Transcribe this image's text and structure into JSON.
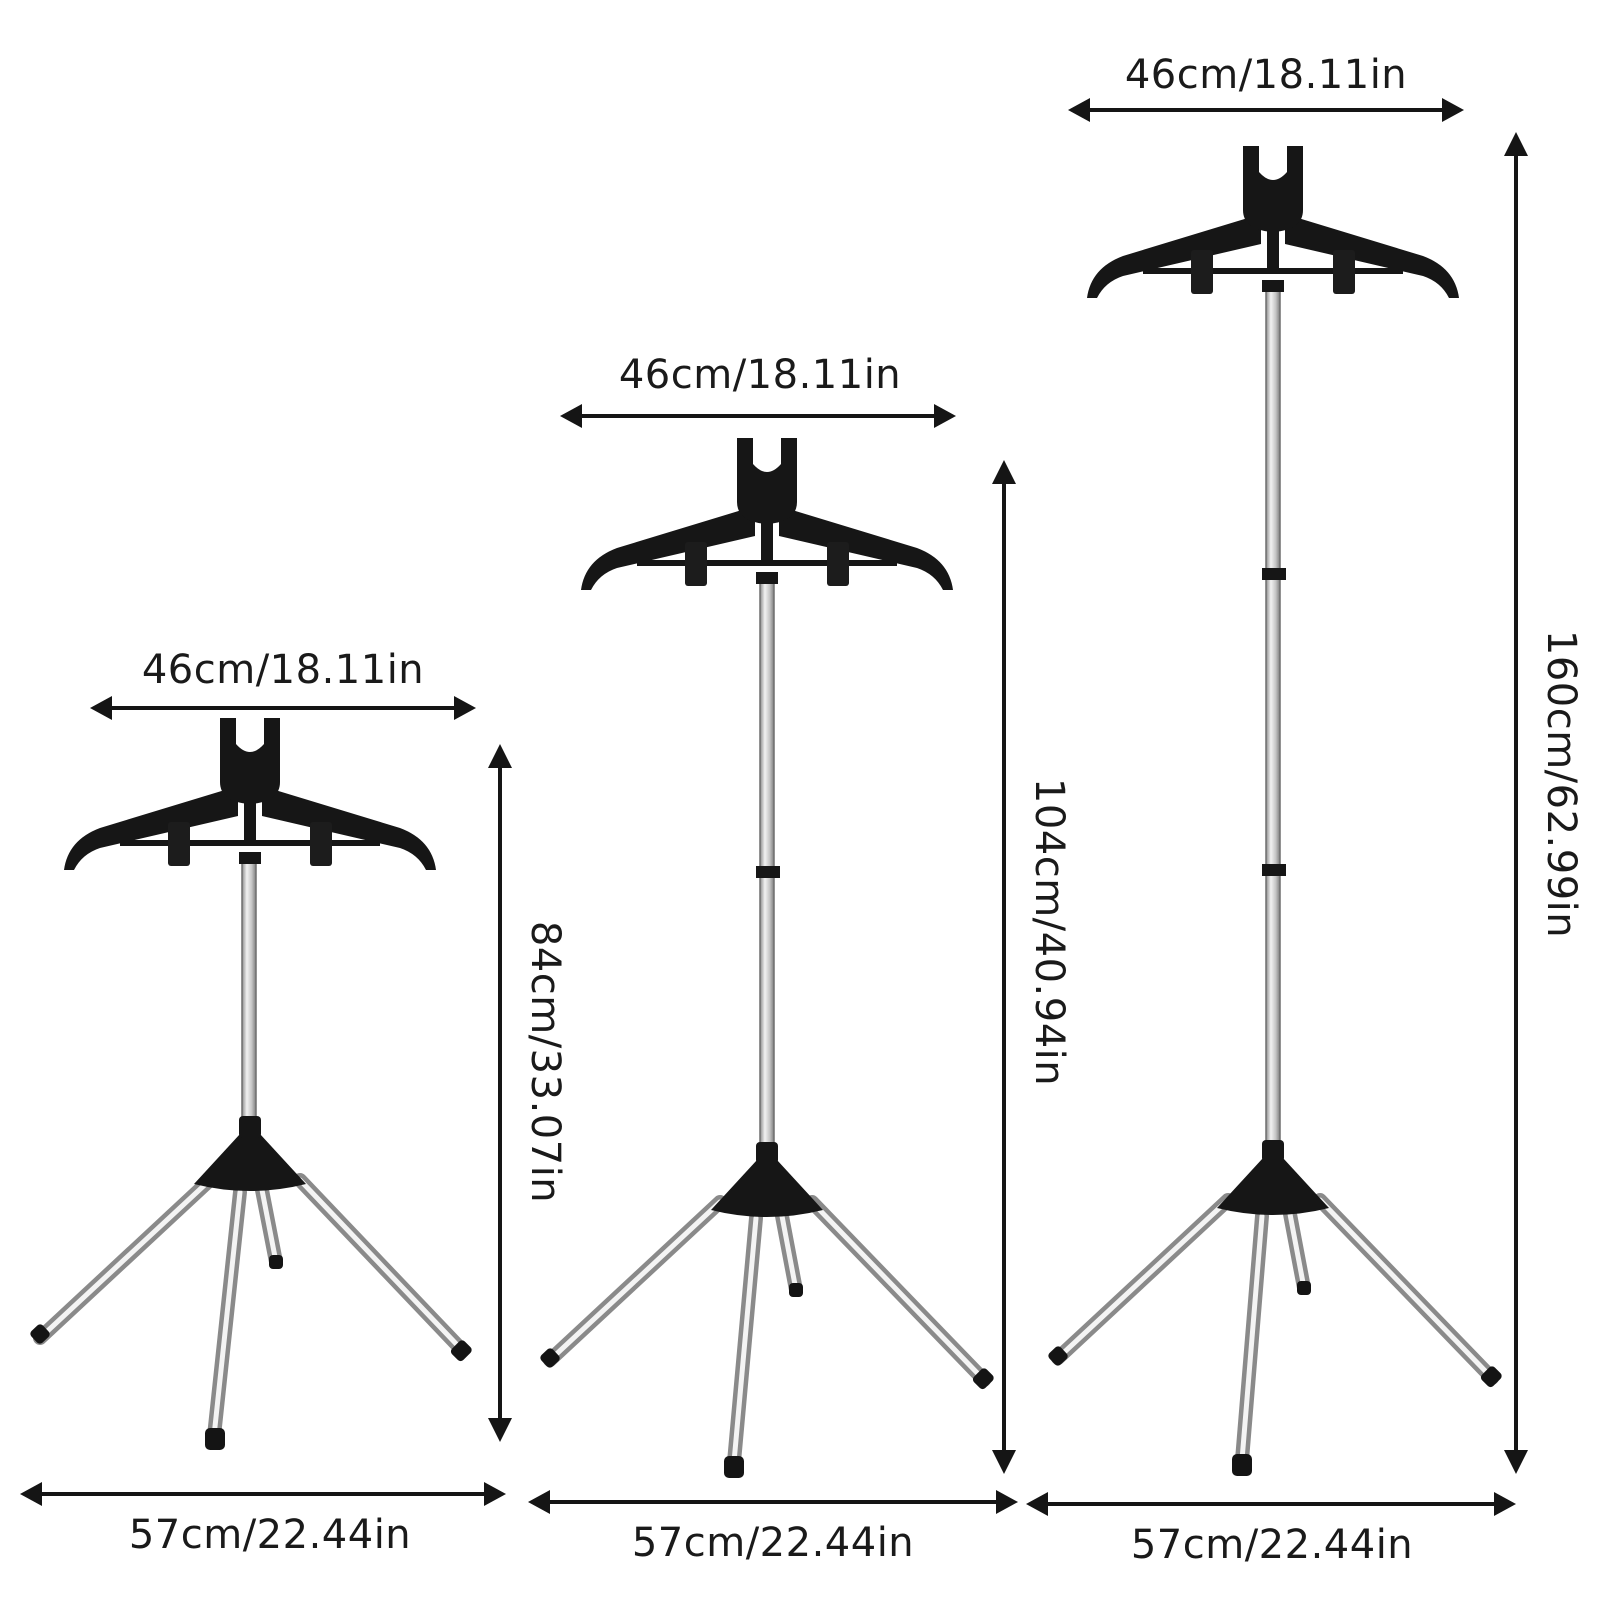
{
  "stands": [
    {
      "hanger_width_label": "46cm/18.11in",
      "height_label": "84cm/33.07in",
      "base_width_label": "57cm/22.44in"
    },
    {
      "hanger_width_label": "46cm/18.11in",
      "height_label": "104cm/40.94in",
      "base_width_label": "57cm/22.44in"
    },
    {
      "hanger_width_label": "46cm/18.11in",
      "height_label": "160cm/62.99in",
      "base_width_label": "57cm/22.44in"
    }
  ],
  "colors": {
    "frame": "#161616",
    "pole": "#c8c8c8",
    "arrow": "#151515",
    "background": "#ffffff"
  }
}
